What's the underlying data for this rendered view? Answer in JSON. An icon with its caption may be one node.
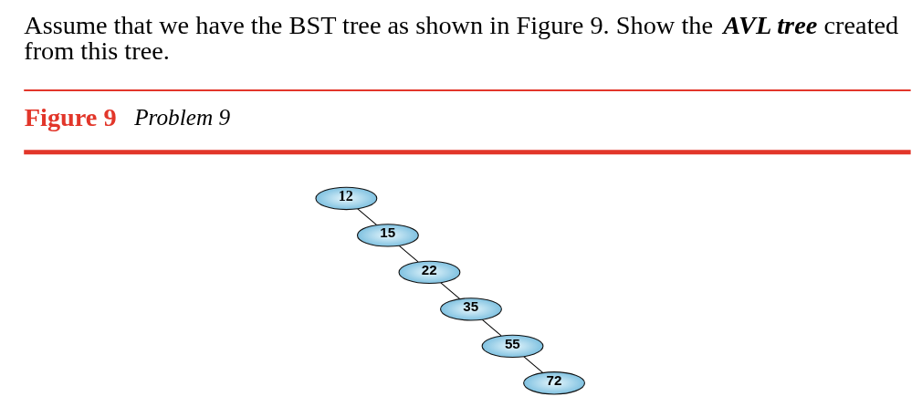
{
  "diagram": {
    "nodes": [
      {
        "text": [
          "12"
        ]
      },
      {
        "text": [
          "15"
        ]
      },
      {
        "text": [
          "22"
        ]
      },
      {
        "text": [
          "35"
        ]
      },
      {
        "text": [
          "55"
        ]
      },
      {
        "text": [
          "72"
        ]
      }
    ],
    "edges": [
      {
        "from": 0,
        "to": 1,
        "arrow": "none"
      },
      {
        "from": 1,
        "to": 2,
        "arrow": "none"
      },
      {
        "from": 2,
        "to": 3,
        "arrow": "none"
      },
      {
        "from": 3,
        "to": 4,
        "arrow": "none"
      },
      {
        "from": 4,
        "to": 5,
        "arrow": "none"
      }
    ],
    "labels": [
      "Assume that we have the BST tree as shown in Figure 9. Show the **AVL tree** created from this tree.",
      "Figure 9",
      "Problem 9"
    ]
  }
}
